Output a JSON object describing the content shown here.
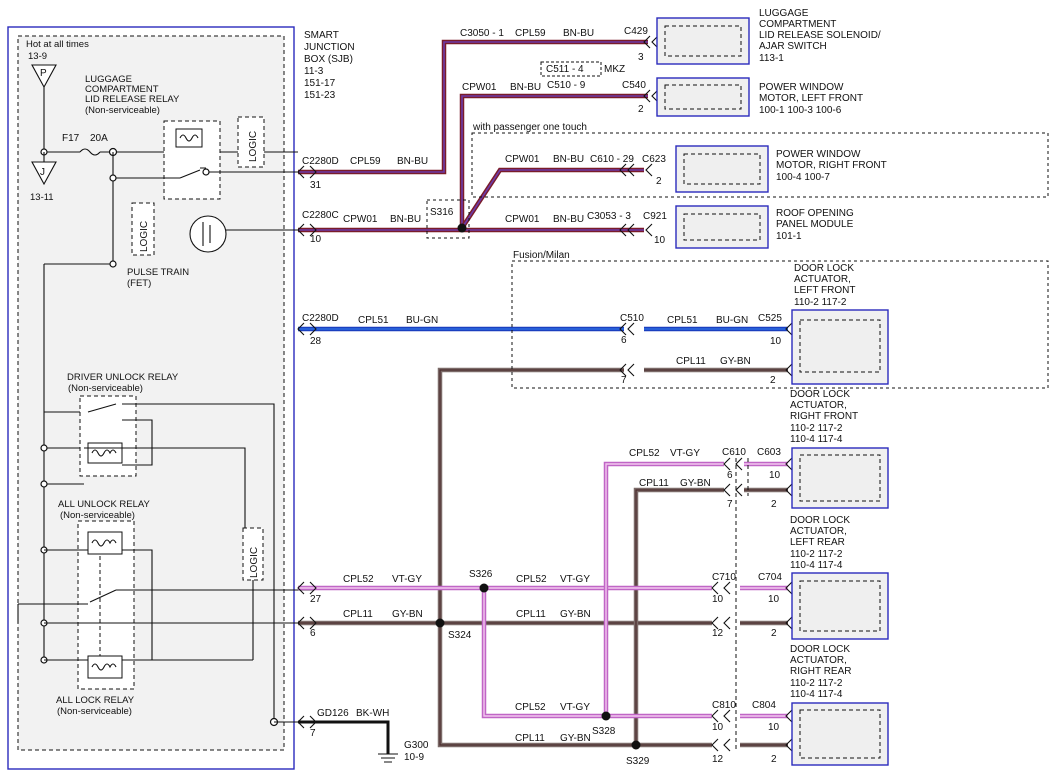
{
  "sjb": {
    "title_lines": [
      "SMART",
      "JUNCTION",
      "BOX (SJB)",
      "11-3",
      "151-17",
      "151-23"
    ],
    "hot_label": "Hot at all times",
    "ref_top": "13-9",
    "ref_bottom": "13-11",
    "fuse": "F17",
    "amps": "20A",
    "luggage_relay": [
      "LUGGAGE",
      "COMPARTMENT",
      "LID RELEASE RELAY",
      "(Non-serviceable)"
    ],
    "logic": "LOGIC",
    "pulse_train": [
      "PULSE TRAIN",
      "(FET)"
    ],
    "driver_unlock": [
      "DRIVER UNLOCK RELAY",
      "(Non-serviceable)"
    ],
    "all_unlock": [
      "ALL UNLOCK RELAY",
      "(Non-serviceable)"
    ],
    "all_lock": [
      "ALL LOCK RELAY",
      "(Non-serviceable)"
    ],
    "p_letter": "P",
    "j_letter": "J"
  },
  "connectors": {
    "c2280d_a": "C2280D",
    "pin31": "31",
    "c2280c": "C2280C",
    "pin10": "10",
    "c2280d_b": "C2280D",
    "pin28": "28",
    "pin27": "27",
    "pin6": "6",
    "pin7": "7",
    "c3050": "C3050 - 1",
    "c429": "C429",
    "c429_pin": "3",
    "c511": "C511 - 4",
    "mkz": "MKZ",
    "c510_9": "C510 - 9",
    "c540": "C540",
    "c540_pin": "2",
    "c610_29": "C610 - 29",
    "c623": "C623",
    "c623_pin": "2",
    "c3053": "C3053 - 3",
    "c921": "C921",
    "c921_pin": "10",
    "c510": "C510",
    "c510_pin6": "6",
    "c510_pin7": "7",
    "c525": "C525",
    "c525_pin10": "10",
    "c525_pin2": "2",
    "c610": "C610",
    "c610_pin6": "6",
    "c610_pin7": "7",
    "c603": "C603",
    "c603_pin10": "10",
    "c603_pin2": "2",
    "c710": "C710",
    "c710_pin10": "10",
    "c710_pin12": "12",
    "c704": "C704",
    "c704_pin10": "10",
    "c704_pin2": "2",
    "c810": "C810",
    "c810_pin10": "10",
    "c810_pin12": "12",
    "c804": "C804",
    "c804_pin10": "10",
    "c804_pin2": "2"
  },
  "wires": {
    "cpl59": "CPL59",
    "bn_bu": "BN-BU",
    "cpw01": "CPW01",
    "cpl51": "CPL51",
    "bu_gn": "BU-GN",
    "cpl11": "CPL11",
    "gy_bn": "GY-BN",
    "cpl52": "CPL52",
    "vt_gy": "VT-GY",
    "gd126": "GD126",
    "bk_wh": "BK-WH"
  },
  "splices": {
    "s316": "S316",
    "s326": "S326",
    "s324": "S324",
    "s328": "S328",
    "s329": "S329"
  },
  "ground": {
    "name": "G300",
    "ref": "10-9"
  },
  "notes": {
    "passenger": "with passenger one touch",
    "fusion": "Fusion/Milan"
  },
  "components": {
    "luggage": [
      "LUGGAGE",
      "COMPARTMENT",
      "LID RELEASE SOLENOID/",
      "AJAR SWITCH",
      "113-1"
    ],
    "pw_left": [
      "POWER WINDOW",
      "MOTOR, LEFT FRONT",
      "100-1   100-3   100-6"
    ],
    "pw_right": [
      "POWER WINDOW",
      "MOTOR, RIGHT FRONT",
      "100-4  100-7"
    ],
    "roof": [
      "ROOF OPENING",
      "PANEL MODULE",
      "101-1"
    ],
    "dl_lf": [
      "DOOR LOCK",
      "ACTUATOR,",
      "LEFT FRONT",
      "110-2    117-2"
    ],
    "dl_rf": [
      "DOOR LOCK",
      "ACTUATOR,",
      "RIGHT FRONT",
      "110-2       117-2",
      "110-4       117-4"
    ],
    "dl_lr": [
      "DOOR LOCK",
      "ACTUATOR,",
      "LEFT REAR",
      "110-2       117-2",
      "110-4       117-4"
    ],
    "dl_rr": [
      "DOOR LOCK",
      "ACTUATOR,",
      "RIGHT REAR",
      "110-2       117-2",
      "110-4       117-4"
    ]
  }
}
